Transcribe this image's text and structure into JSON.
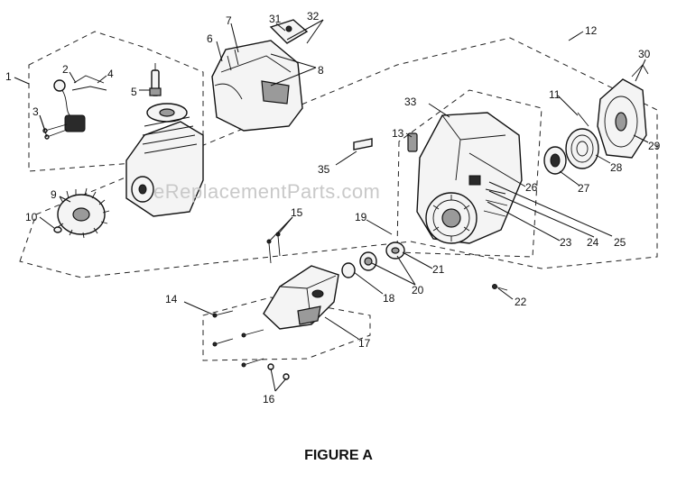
{
  "figure": {
    "caption": "FIGURE A",
    "watermark": "eReplacementParts.com"
  },
  "callouts": [
    {
      "id": "1",
      "label": "1"
    },
    {
      "id": "2",
      "label": "2"
    },
    {
      "id": "3",
      "label": "3"
    },
    {
      "id": "4",
      "label": "4"
    },
    {
      "id": "5",
      "label": "5"
    },
    {
      "id": "6",
      "label": "6"
    },
    {
      "id": "7",
      "label": "7"
    },
    {
      "id": "8",
      "label": "8"
    },
    {
      "id": "9",
      "label": "9"
    },
    {
      "id": "10",
      "label": "10"
    },
    {
      "id": "11",
      "label": "11"
    },
    {
      "id": "12",
      "label": "12"
    },
    {
      "id": "13",
      "label": "13"
    },
    {
      "id": "14",
      "label": "14"
    },
    {
      "id": "15",
      "label": "15"
    },
    {
      "id": "16",
      "label": "16"
    },
    {
      "id": "17",
      "label": "17"
    },
    {
      "id": "18",
      "label": "18"
    },
    {
      "id": "19",
      "label": "19"
    },
    {
      "id": "20",
      "label": "20"
    },
    {
      "id": "21",
      "label": "21"
    },
    {
      "id": "22",
      "label": "22"
    },
    {
      "id": "23",
      "label": "23"
    },
    {
      "id": "24",
      "label": "24"
    },
    {
      "id": "25",
      "label": "25"
    },
    {
      "id": "26",
      "label": "26"
    },
    {
      "id": "27",
      "label": "27"
    },
    {
      "id": "28",
      "label": "28"
    },
    {
      "id": "29",
      "label": "29"
    },
    {
      "id": "30",
      "label": "30"
    },
    {
      "id": "31",
      "label": "31"
    },
    {
      "id": "32",
      "label": "32"
    },
    {
      "id": "33",
      "label": "33"
    },
    {
      "id": "35",
      "label": "35"
    }
  ]
}
